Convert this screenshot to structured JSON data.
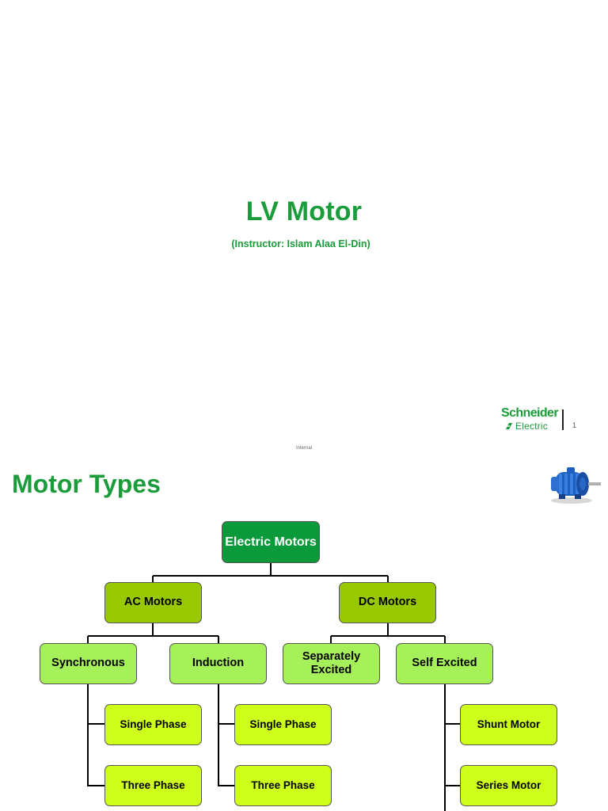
{
  "slide1": {
    "title": "LV Motor",
    "subtitle": "(Instructor: Islam Alaa El-Din)",
    "logo": {
      "line1": "Schneider",
      "line2": "Electric"
    },
    "page_number": "1",
    "footer": "Internal"
  },
  "slide2": {
    "title": "Motor Types",
    "image_icon": "electric-motor-image",
    "diagram": {
      "root": "Electric Motors",
      "ac": "AC Motors",
      "dc": "DC Motors",
      "synchronous": "Synchronous",
      "induction": "Induction",
      "separately_excited": "Separately Excited",
      "self_excited": "Self Excited",
      "sync_single": "Single Phase",
      "sync_three": "Three Phase",
      "ind_single": "Single Phase",
      "ind_three": "Three Phase",
      "shunt": "Shunt Motor",
      "series": "Series Motor"
    }
  },
  "colors": {
    "title_green": "#1a9c3a",
    "root_fill": "#0b9a3b",
    "level1_fill": "#98c900",
    "level2_fill": "#a6f15a",
    "level3_fill": "#ceff1a"
  }
}
